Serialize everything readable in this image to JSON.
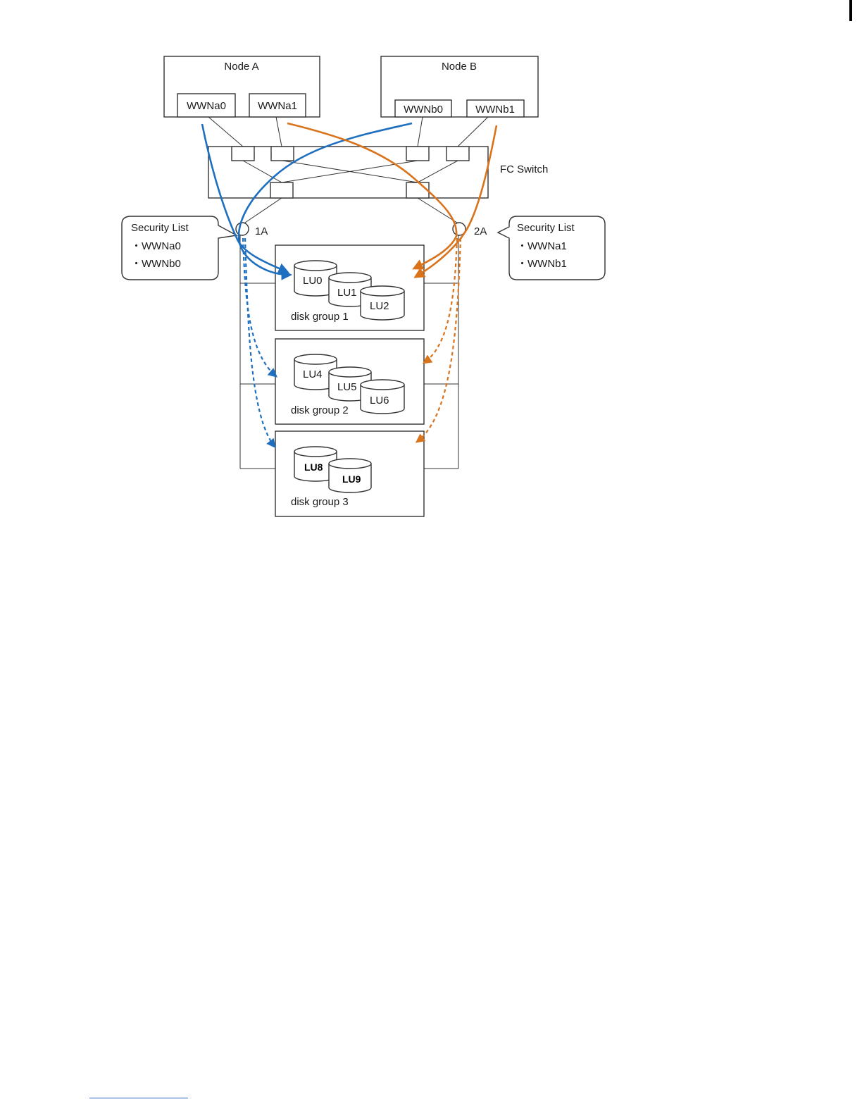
{
  "colors": {
    "node_a_path": "#1f6fc0",
    "node_b_path": "#d9731c",
    "outline": "#333333"
  },
  "nodes": [
    {
      "label": "Node A",
      "hbas": [
        "WWNa0",
        "WWNa1"
      ]
    },
    {
      "label": "Node B",
      "hbas": [
        "WWNb0",
        "WWNb1"
      ]
    }
  ],
  "fc_switch": {
    "label": "FC Switch"
  },
  "ports": [
    {
      "label": "1A"
    },
    {
      "label": "2A"
    }
  ],
  "security_lists": [
    {
      "title": "Security List",
      "entries": [
        "・WWNa0",
        "・WWNb0"
      ]
    },
    {
      "title": "Security List",
      "entries": [
        "・WWNa1",
        "・WWNb1"
      ]
    }
  ],
  "disk_groups": [
    {
      "label": "disk group 1",
      "lus": [
        "LU0",
        "LU1",
        "LU2"
      ]
    },
    {
      "label": "disk group 2",
      "lus": [
        "LU4",
        "LU5",
        "LU6"
      ]
    },
    {
      "label": "disk group 3",
      "lus": [
        "LU8",
        "LU9"
      ]
    }
  ]
}
